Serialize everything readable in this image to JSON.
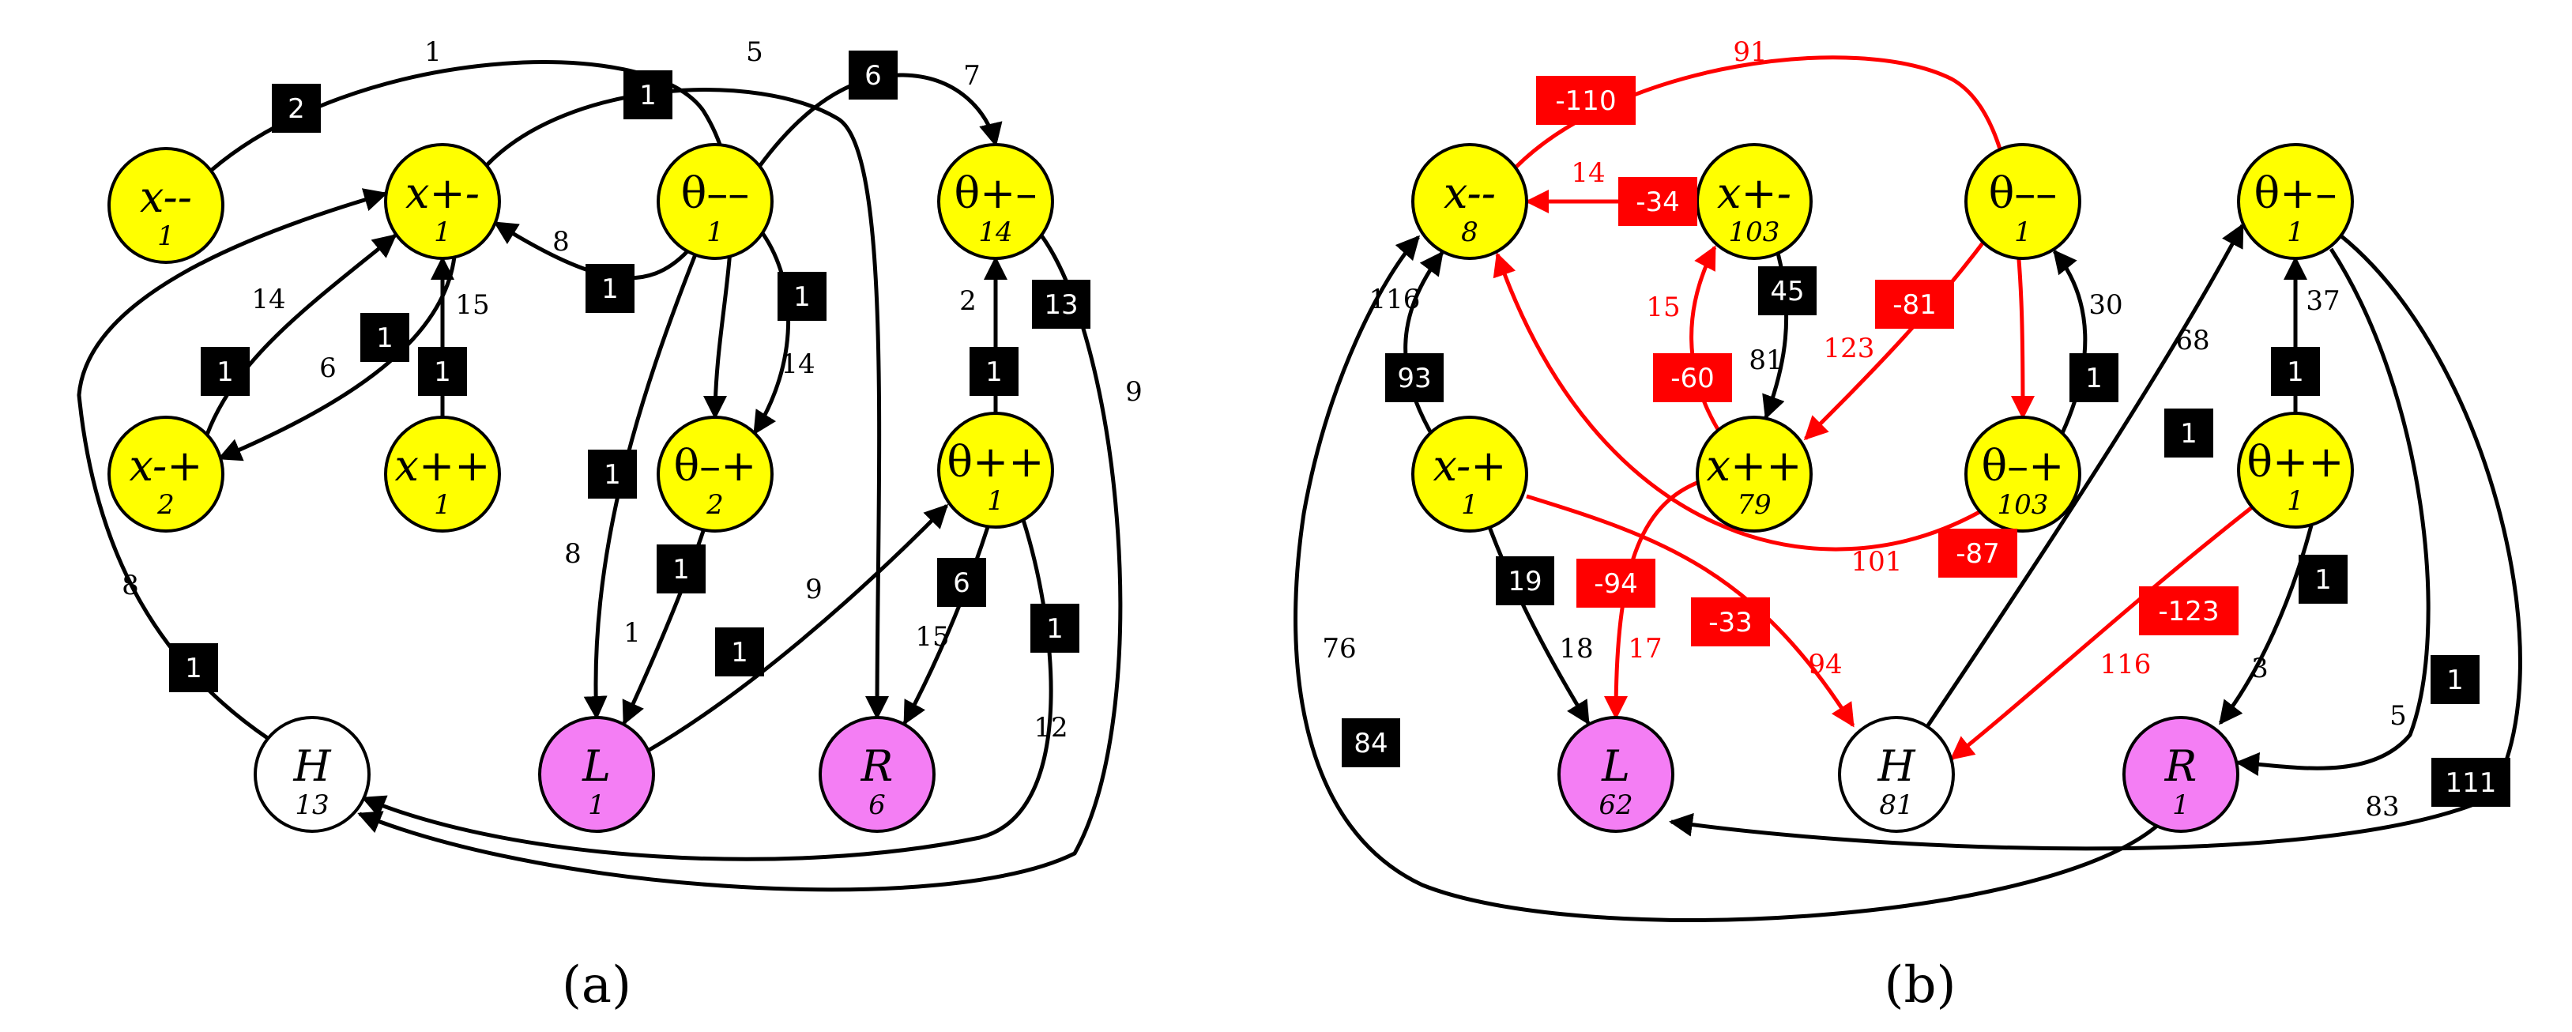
{
  "colors": {
    "state_fill": "#ffff00",
    "terminal_fill": "#f47ef4",
    "start_fill": "#ffffff",
    "box_black": "#000000",
    "box_red": "#ff0000",
    "edge_black": "#000000",
    "edge_red": "#ff0000"
  },
  "panels": [
    {
      "caption": "(a)",
      "nodes": [
        {
          "id": "xmm",
          "label": "x--",
          "count": "1",
          "kind": "state"
        },
        {
          "id": "xpm",
          "label": "x+-",
          "count": "1",
          "kind": "state"
        },
        {
          "id": "tmm",
          "label": "θ––",
          "count": "1",
          "kind": "state"
        },
        {
          "id": "tpm",
          "label": "θ+–",
          "count": "14",
          "kind": "state"
        },
        {
          "id": "xmp",
          "label": "x-+",
          "count": "2",
          "kind": "state"
        },
        {
          "id": "xpp",
          "label": "x++",
          "count": "1",
          "kind": "state"
        },
        {
          "id": "tmp",
          "label": "θ–+",
          "count": "2",
          "kind": "state"
        },
        {
          "id": "tpp",
          "label": "θ++",
          "count": "1",
          "kind": "state"
        },
        {
          "id": "H",
          "label": "H",
          "count": "13",
          "kind": "start"
        },
        {
          "id": "L",
          "label": "L",
          "count": "1",
          "kind": "terminal"
        },
        {
          "id": "R",
          "label": "R",
          "count": "6",
          "kind": "terminal"
        }
      ],
      "edges": [
        {
          "box": "2",
          "label": "1",
          "color": "black"
        },
        {
          "box": "1",
          "label": "5",
          "color": "black"
        },
        {
          "box": "6",
          "label": "7",
          "color": "black"
        },
        {
          "box": "1",
          "label": "8",
          "color": "black"
        },
        {
          "box": "1",
          "label": "14",
          "color": "black"
        },
        {
          "box": "1",
          "label": "6",
          "color": "black"
        },
        {
          "box": "1",
          "label": "15",
          "color": "black"
        },
        {
          "box": "1",
          "label": "14",
          "color": "black"
        },
        {
          "box": "1",
          "label": "8",
          "color": "black"
        },
        {
          "box": "1",
          "label": "1",
          "color": "black"
        },
        {
          "box": "1",
          "label": "9",
          "color": "black"
        },
        {
          "box": "1",
          "label": "2",
          "color": "black"
        },
        {
          "box": "6",
          "label": "15",
          "color": "black"
        },
        {
          "box": "1",
          "label": "12",
          "color": "black"
        },
        {
          "box": "13",
          "label": "9",
          "color": "black"
        },
        {
          "box": "1",
          "label": "8",
          "color": "black"
        }
      ]
    },
    {
      "caption": "(b)",
      "nodes": [
        {
          "id": "xmm",
          "label": "x--",
          "count": "8",
          "kind": "state"
        },
        {
          "id": "xpm",
          "label": "x+-",
          "count": "103",
          "kind": "state"
        },
        {
          "id": "tmm",
          "label": "θ––",
          "count": "1",
          "kind": "state"
        },
        {
          "id": "tpm",
          "label": "θ+–",
          "count": "1",
          "kind": "state"
        },
        {
          "id": "xmp",
          "label": "x-+",
          "count": "1",
          "kind": "state"
        },
        {
          "id": "xpp",
          "label": "x++",
          "count": "79",
          "kind": "state"
        },
        {
          "id": "tmp",
          "label": "θ–+",
          "count": "103",
          "kind": "state"
        },
        {
          "id": "tpp",
          "label": "θ++",
          "count": "1",
          "kind": "state"
        },
        {
          "id": "L",
          "label": "L",
          "count": "62",
          "kind": "terminal"
        },
        {
          "id": "H",
          "label": "H",
          "count": "81",
          "kind": "start"
        },
        {
          "id": "R",
          "label": "R",
          "count": "1",
          "kind": "terminal"
        }
      ],
      "edges": [
        {
          "box": "-110",
          "label": "91",
          "color": "red"
        },
        {
          "box": "-34",
          "label": "14",
          "color": "red"
        },
        {
          "box": "93",
          "label": "116",
          "color": "black"
        },
        {
          "box": "45",
          "label": "81",
          "color": "black"
        },
        {
          "box": "-60",
          "label": "15",
          "color": "red"
        },
        {
          "box": "-81",
          "label": "123",
          "color": "red"
        },
        {
          "box": "1",
          "label": "30",
          "color": "black"
        },
        {
          "box": "-87",
          "label": "101",
          "color": "red"
        },
        {
          "box": "19",
          "label": "18",
          "color": "black"
        },
        {
          "box": "-94",
          "label": "17",
          "color": "red"
        },
        {
          "box": "-33",
          "label": "94",
          "color": "red"
        },
        {
          "box": "1",
          "label": "68",
          "color": "black"
        },
        {
          "box": "1",
          "label": "37",
          "color": "black"
        },
        {
          "box": "-123",
          "label": "116",
          "color": "red"
        },
        {
          "box": "1",
          "label": "3",
          "color": "black"
        },
        {
          "box": "1",
          "label": "5",
          "color": "black"
        },
        {
          "box": "111",
          "label": "83",
          "color": "black"
        },
        {
          "box": "84",
          "label": "76",
          "color": "black"
        }
      ]
    }
  ]
}
